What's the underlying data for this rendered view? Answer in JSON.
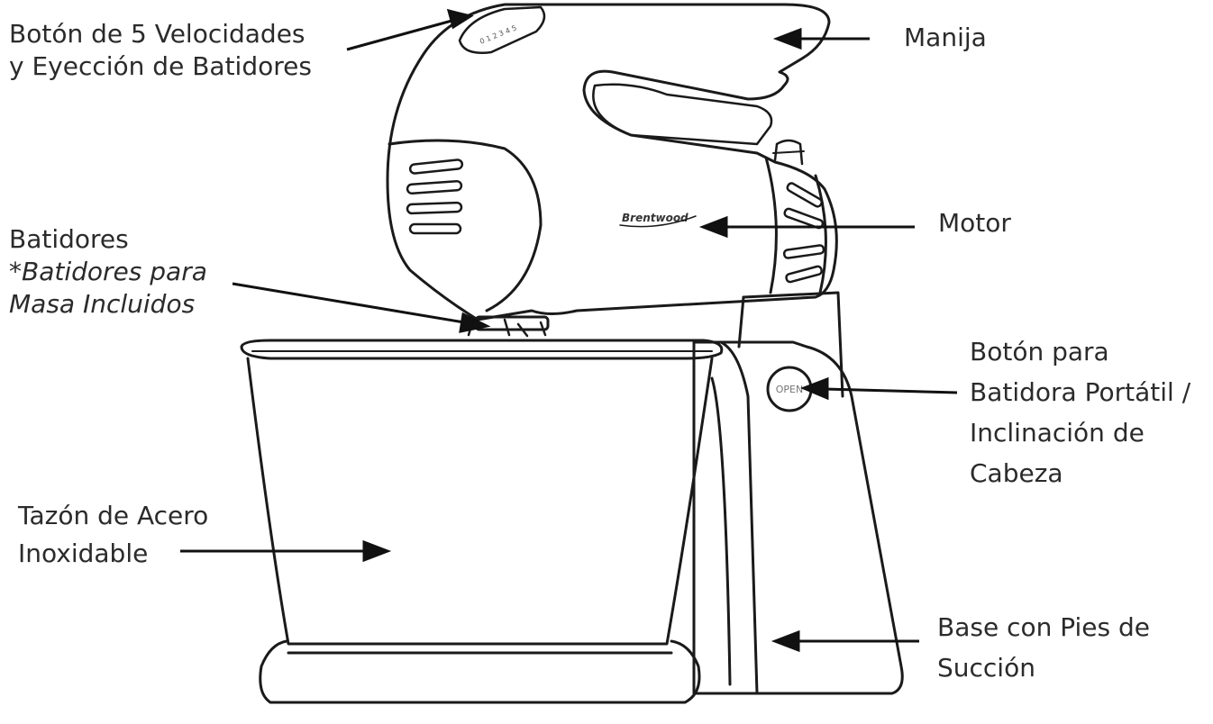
{
  "labels": {
    "speed_button": [
      "Botón de 5 Velocidades",
      "y Eyección de Batidores"
    ],
    "handle": [
      "Manija"
    ],
    "motor": [
      "Motor"
    ],
    "beaters": [
      "Batidores",
      "*Batidores para",
      "Masa Incluidos"
    ],
    "release_button": [
      "Botón para",
      "Batidora Portátil /",
      "Inclinación de",
      "Cabeza"
    ],
    "bowl": [
      "Tazón de Acero",
      "Inoxidable"
    ],
    "base": [
      "Base con Pies de",
      "Succión"
    ]
  },
  "product": {
    "brand": "Brentwood",
    "button_text": "OPEN",
    "speed_marks": "0 1 2 3 4 5"
  },
  "colors": {
    "line": "#1a1a1a",
    "text": "#2b2b2b",
    "background": "#ffffff"
  }
}
